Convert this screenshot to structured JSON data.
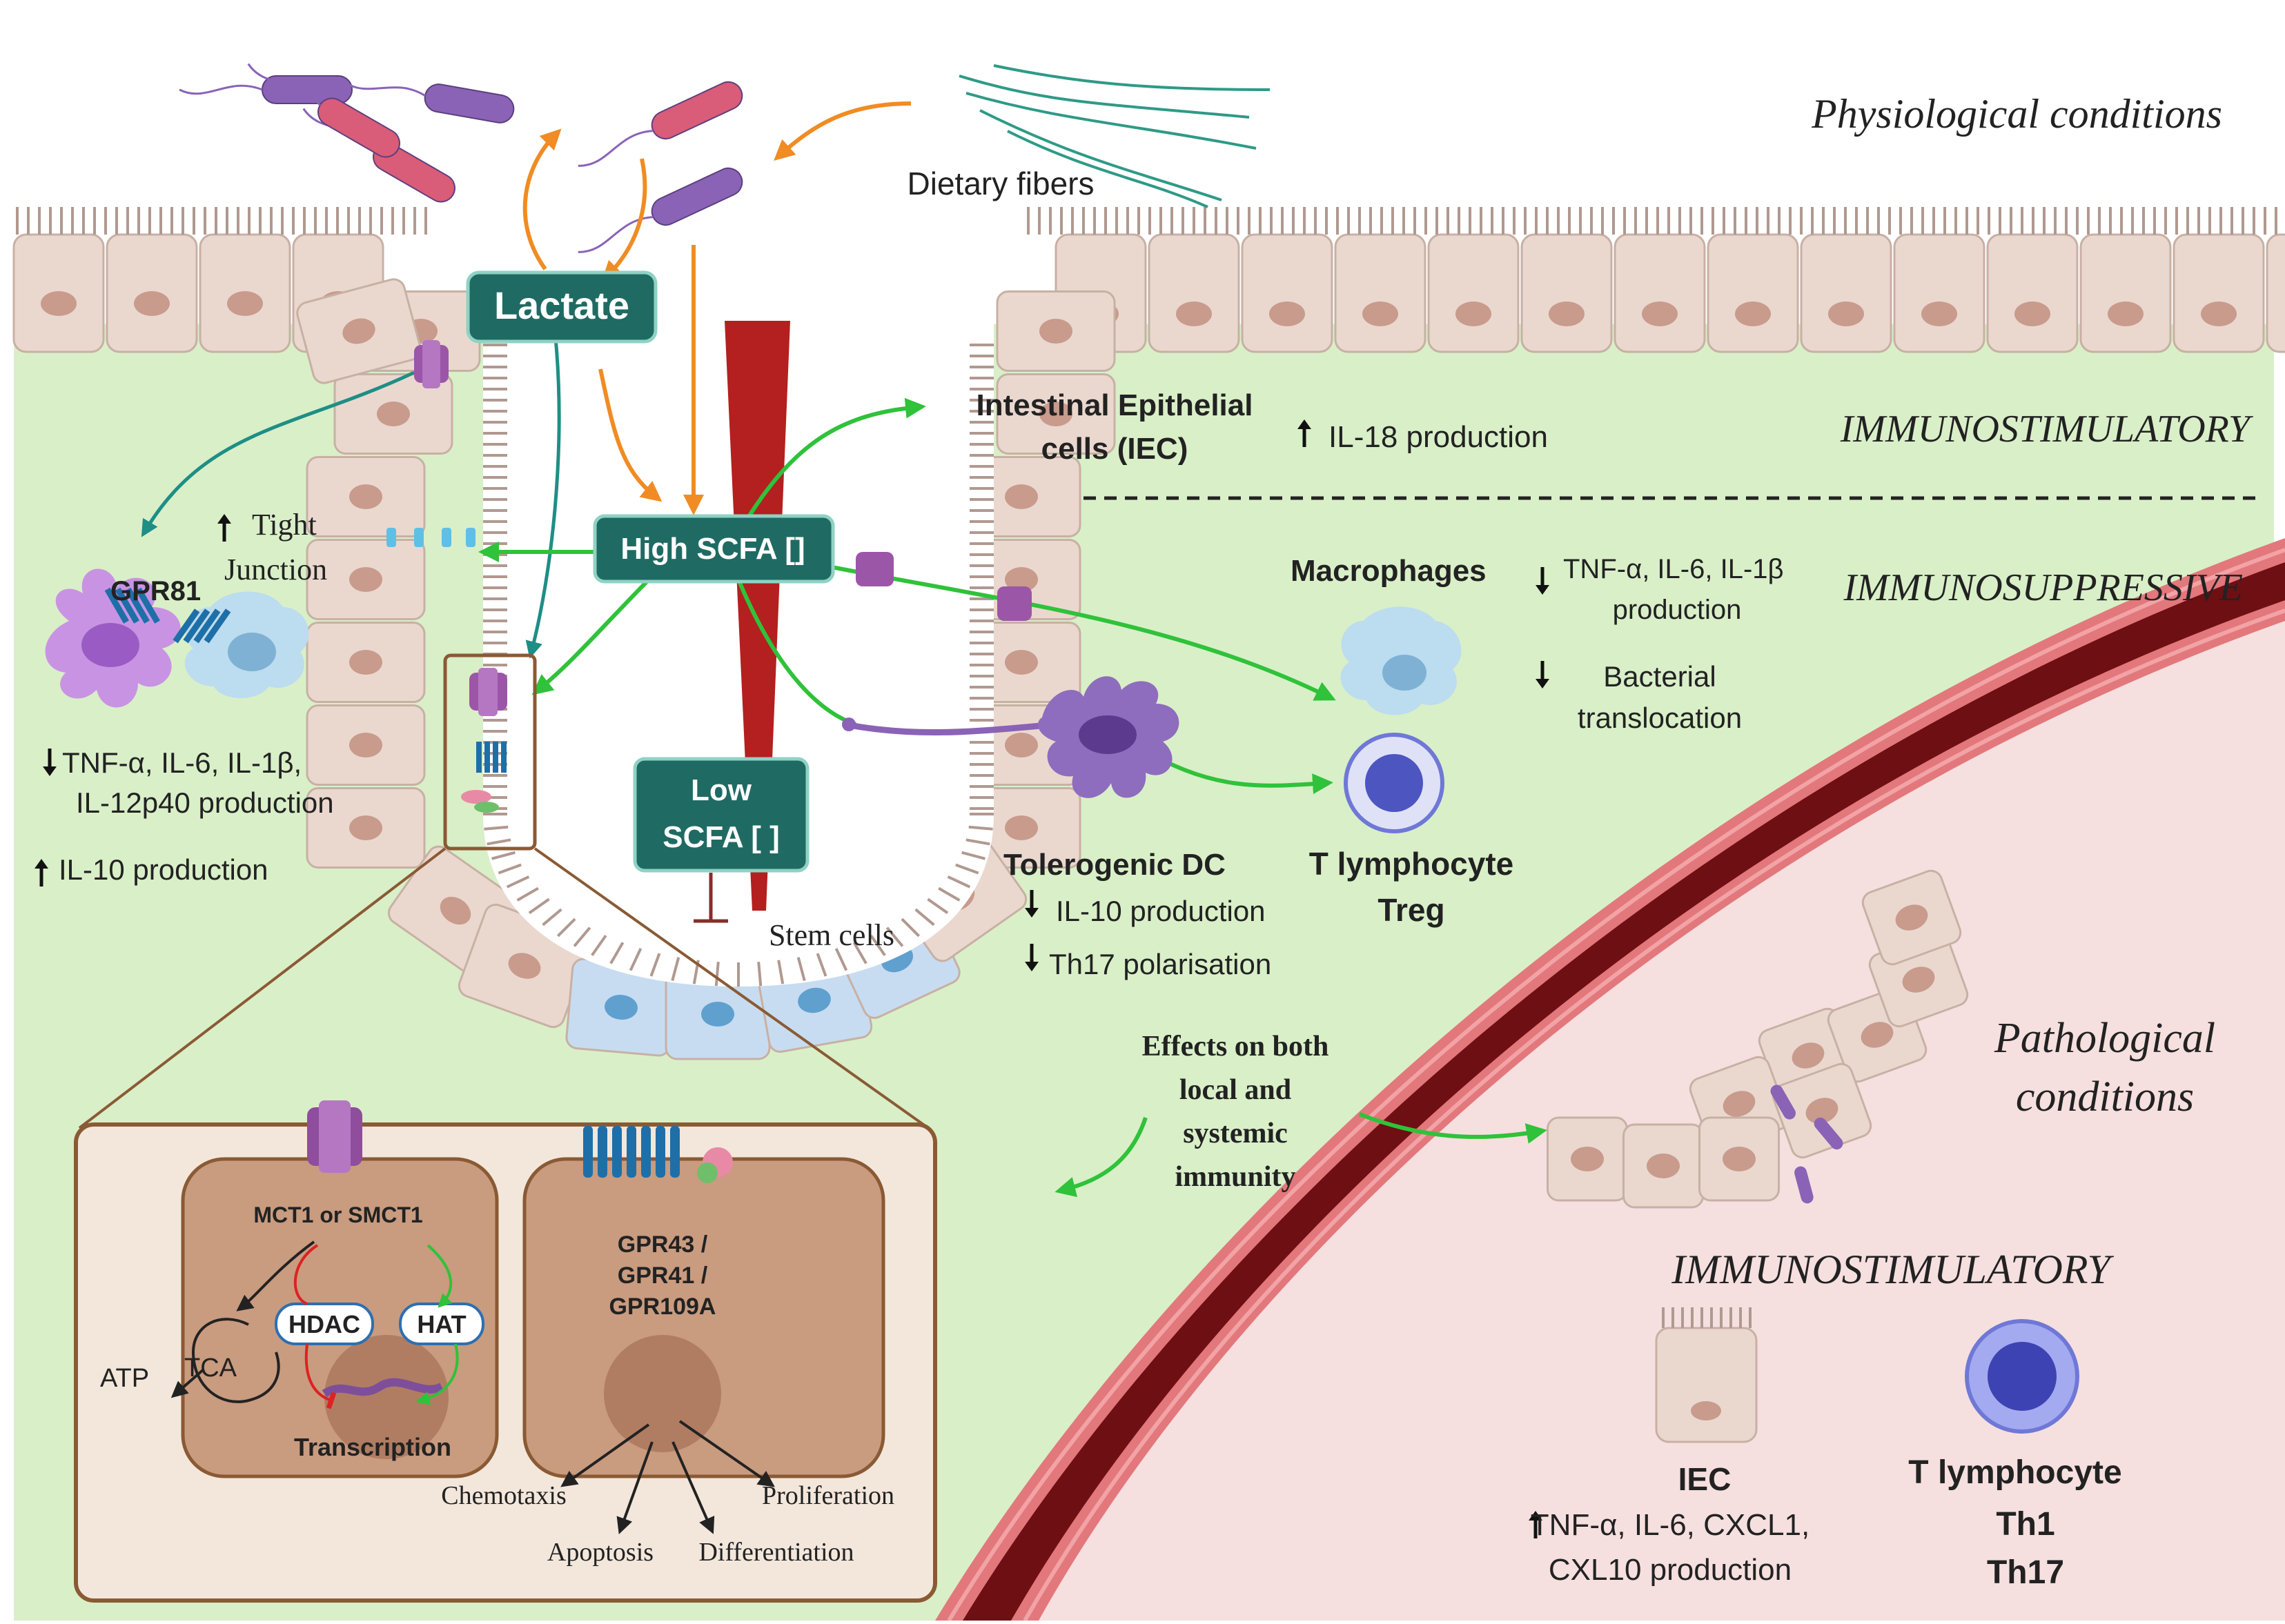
{
  "titles": {
    "physiological": "Physiological conditions",
    "pathological_1": "Pathological",
    "pathological_2": "conditions",
    "immunostimulatory_top": "IMMUNOSTIMULATORY",
    "immunosuppressive": "IMMUNOSUPPRESSIVE",
    "immunostimulatory_bottom": "IMMUNOSTIMULATORY"
  },
  "labels": {
    "dietary_fibers": "Dietary fibers",
    "lactate": "Lactate",
    "high_scfa": "High SCFA []",
    "low_scfa_1": "Low",
    "low_scfa_2": "SCFA  [ ]",
    "iec_1": "Intestinal Epithelial",
    "iec_2": "cells (IEC)",
    "il18": "IL-18 production",
    "tight_1": "Tight",
    "tight_2": "Junction",
    "gpr81": "GPR81",
    "tnf_left_1": "TNF-α, IL-6, IL-1β,",
    "tnf_left_2": "IL-12p40 production",
    "il10_left": "IL-10 production",
    "macrophages": "Macrophages",
    "tnf_mac_1": "TNF-α, IL-6, IL-1β",
    "tnf_mac_2": "production",
    "bact_1": "Bacterial",
    "bact_2": "translocation",
    "tol_dc": "Tolerogenic DC",
    "il10_dc": "IL-10 production",
    "th17_pol": "Th17 polarisation",
    "t_lymph": "T lymphocyte",
    "treg": "Treg",
    "stem_cells": "Stem cells",
    "effects_1": "Effects on both",
    "effects_2": "local and",
    "effects_3": "systemic",
    "effects_4": "immunity",
    "iec_bottom": "IEC",
    "tnf_bottom_1": "TNF-α, IL-6, CXCL1,",
    "tnf_bottom_2": "CXL10 production",
    "t_lymph_bottom": "T lymphocyte",
    "th1": "Th1",
    "th17": "Th17"
  },
  "inset": {
    "mct": "MCT1 or SMCT1",
    "hdac": "HDAC",
    "hat": "HAT",
    "atp": "ATP",
    "tca": "TCA",
    "transcription": "Transcription",
    "gpr_1": "GPR43 /",
    "gpr_2": "GPR41 /",
    "gpr_3": "GPR109A",
    "chemotaxis": "Chemotaxis",
    "proliferation": "Proliferation",
    "apoptosis": "Apoptosis",
    "differentiation": "Differentiation"
  },
  "colors": {
    "tissue_green": "#d9efc8",
    "epithelium": "#ead8cf",
    "nucleus": "#c89b8c",
    "box_teal": "#1f6b63",
    "arrow_green": "#2fc23a",
    "arrow_orange": "#f08c23",
    "vessel_dark": "#6e0f13",
    "vessel_light": "#e2787c",
    "path_pink": "#f6dfdf",
    "inset_bg": "#f3e7dc",
    "inset_cell": "#c99b7f",
    "bacteria_purple": "#8a63b6",
    "bacteria_pink": "#d95c78",
    "stem_blue": "#c7dcf0",
    "mac_blue": "#bcdcef",
    "treg_blue": "#6f78d6"
  }
}
